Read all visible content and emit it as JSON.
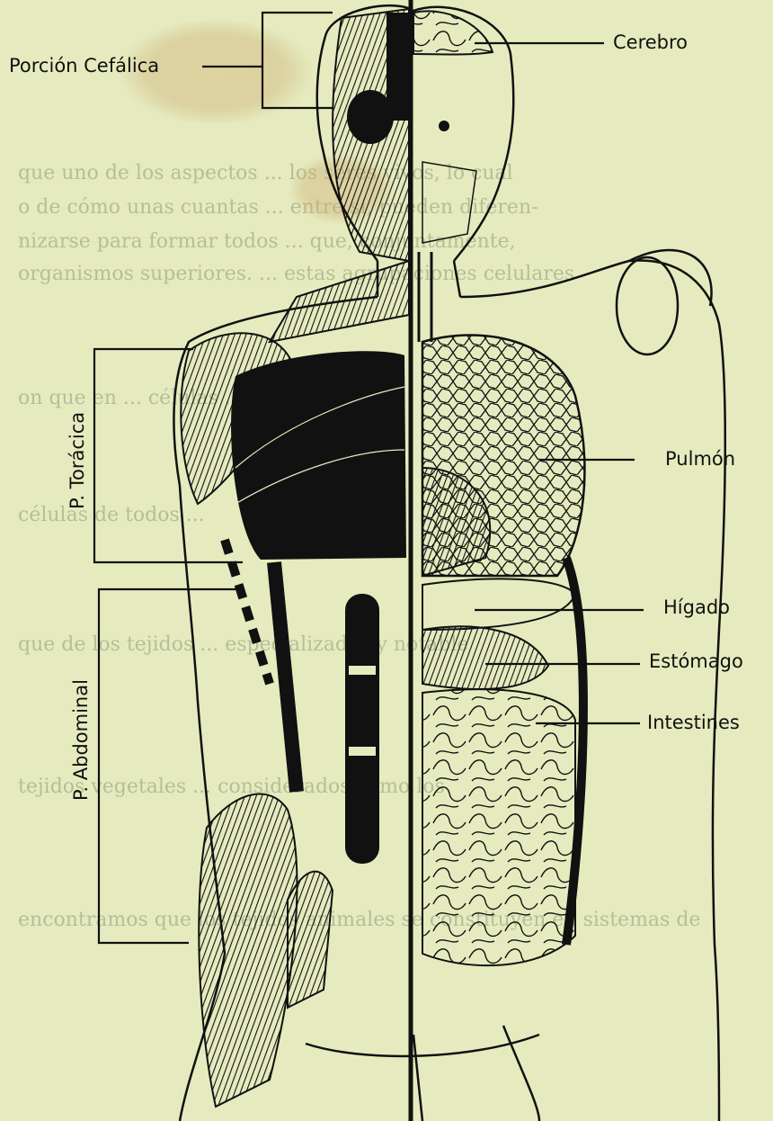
{
  "labels": {
    "cephalic": "Porción Cefálica",
    "brain": "Cerebro",
    "thoracic": "P. Torácica",
    "lung": "Pulmón",
    "abdominal": "P. Abdominal",
    "liver": "Hígado",
    "stomach": "Estómago",
    "intestines": "Intestines"
  },
  "bleed_through_text": [
    "que uno de los aspectos ... los seres vivos, lo cual",
    "o de cómo unas cuantas ... entre sí, pueden diferen-",
    "nizarse para formar todos ... que, conjuntamente,",
    "organismos superiores. ... estas agrupaciones celulares",
    "on que en ... células ... agrupadas",
    "células de todos ... ",
    "que de los tejidos ... especializados y notable",
    "tejidos vegetales ... considerados como los",
    "encontramos que los tejidos animales se constituyen en sistemas de"
  ],
  "colors": {
    "paper": "#e6ebbf",
    "ink": "#111111",
    "stain": "#c9a66b"
  }
}
